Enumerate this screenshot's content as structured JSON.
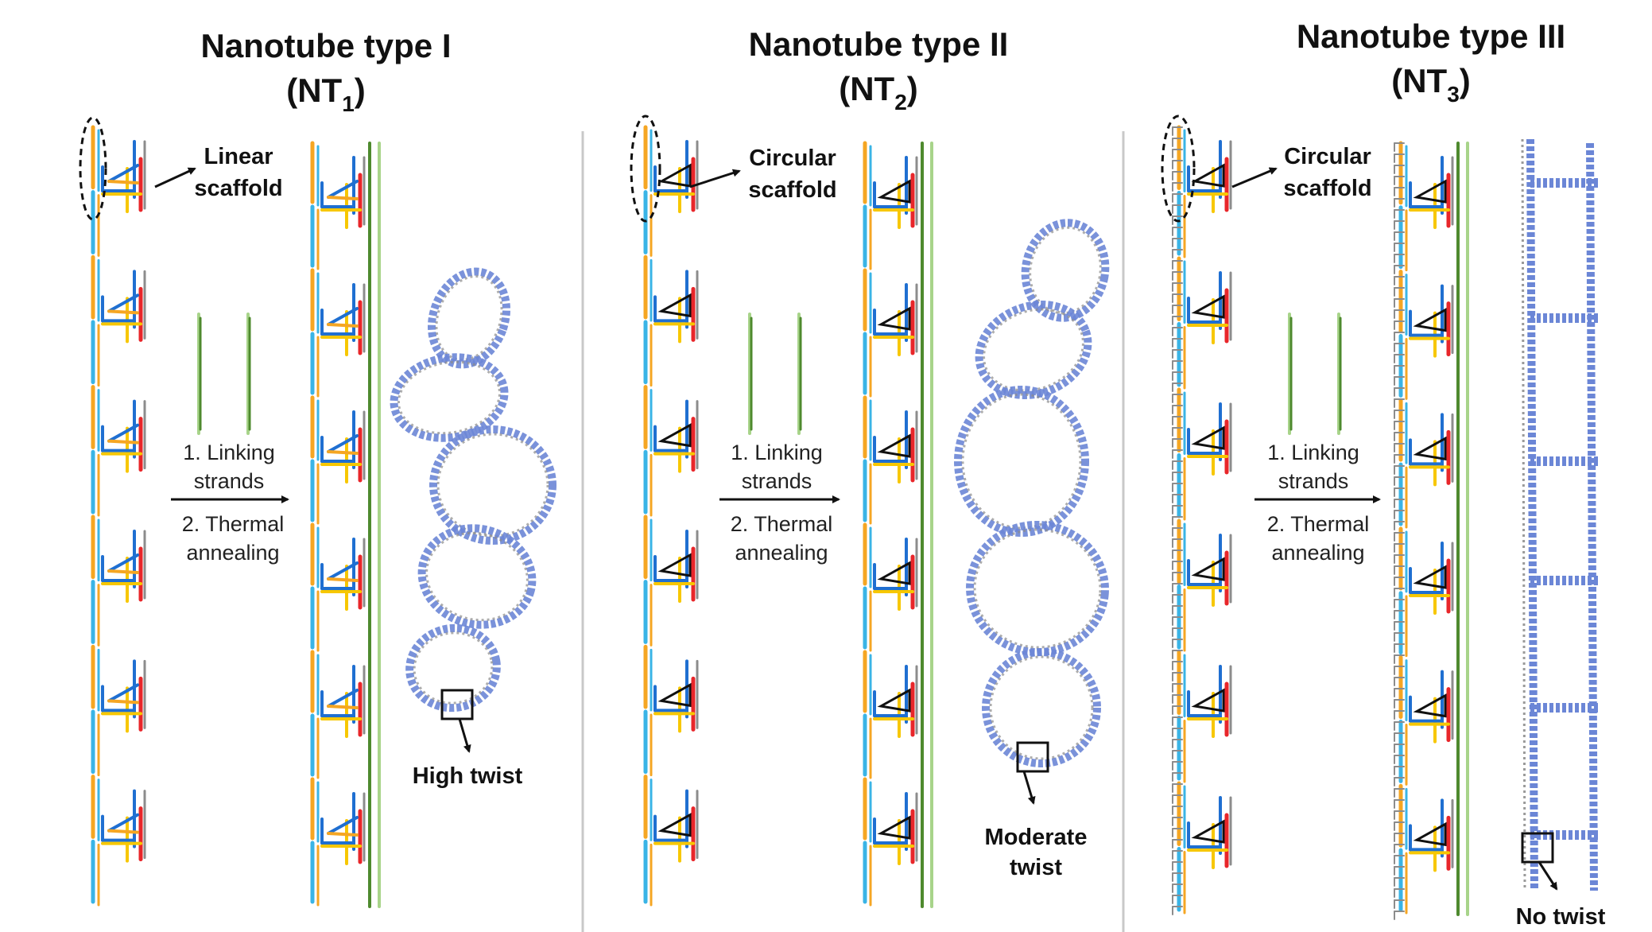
{
  "panels": [
    {
      "title": "Nanotube type I",
      "subtitle_base": "(NT",
      "subtitle_sub": "1",
      "subtitle_close": ")",
      "scaffold_label": [
        "Linear",
        "scaffold"
      ],
      "steps": [
        "1. Linking",
        "strands",
        "2. Thermal",
        "annealing"
      ],
      "twist_label": [
        "High twist"
      ]
    },
    {
      "title": "Nanotube type II",
      "subtitle_base": "(NT",
      "subtitle_sub": "2",
      "subtitle_close": ")",
      "scaffold_label": [
        "Circular",
        "scaffold"
      ],
      "steps": [
        "1. Linking",
        "strands",
        "2. Thermal",
        "annealing"
      ],
      "twist_label": [
        "Moderate",
        "twist"
      ]
    },
    {
      "title": "Nanotube type III",
      "subtitle_base": "(NT",
      "subtitle_sub": "3",
      "subtitle_close": ")",
      "scaffold_label": [
        "Circular",
        "scaffold"
      ],
      "steps": [
        "1. Linking",
        "strands",
        "2. Thermal",
        "annealing"
      ],
      "twist_label": [
        "No twist"
      ]
    }
  ],
  "colors": {
    "orange": "#f5a623",
    "yellow": "#f7c700",
    "cyan": "#3ab4e6",
    "blue": "#1f6fd1",
    "red": "#e8262a",
    "gray": "#8c8c8c",
    "green_dark": "#4e8a2e",
    "green_light": "#a8d48a",
    "model_blue": "#6b86d6",
    "divider": "#c8c8c8"
  }
}
